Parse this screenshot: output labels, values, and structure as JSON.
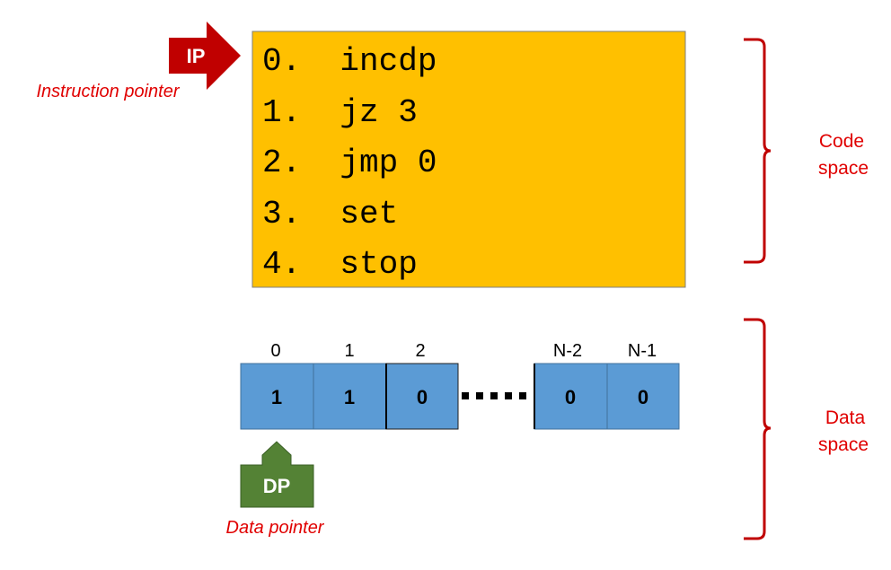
{
  "instruction_pointer": {
    "label": "IP",
    "caption": "Instruction pointer"
  },
  "code_space": {
    "instructions": [
      "0.  incdp",
      "1.  jz 3",
      "2.  jmp 0",
      "3.  set",
      "4.  stop"
    ],
    "label_line1": "Code",
    "label_line2": "space"
  },
  "data_space": {
    "left_cells": [
      {
        "index": "0",
        "value": "1"
      },
      {
        "index": "1",
        "value": "1"
      },
      {
        "index": "2",
        "value": "0"
      }
    ],
    "right_cells": [
      {
        "index": "N-2",
        "value": "0"
      },
      {
        "index": "N-1",
        "value": "0"
      }
    ],
    "label_line1": "Data",
    "label_line2": "space"
  },
  "data_pointer": {
    "label": "DP",
    "caption": "Data pointer"
  },
  "colors": {
    "code_fill": "#FFC000",
    "cell_fill": "#5B9BD5",
    "ip_arrow": "#C00000",
    "dp_arrow": "#548235",
    "label_red": "#E00000",
    "brace": "#C00000"
  }
}
